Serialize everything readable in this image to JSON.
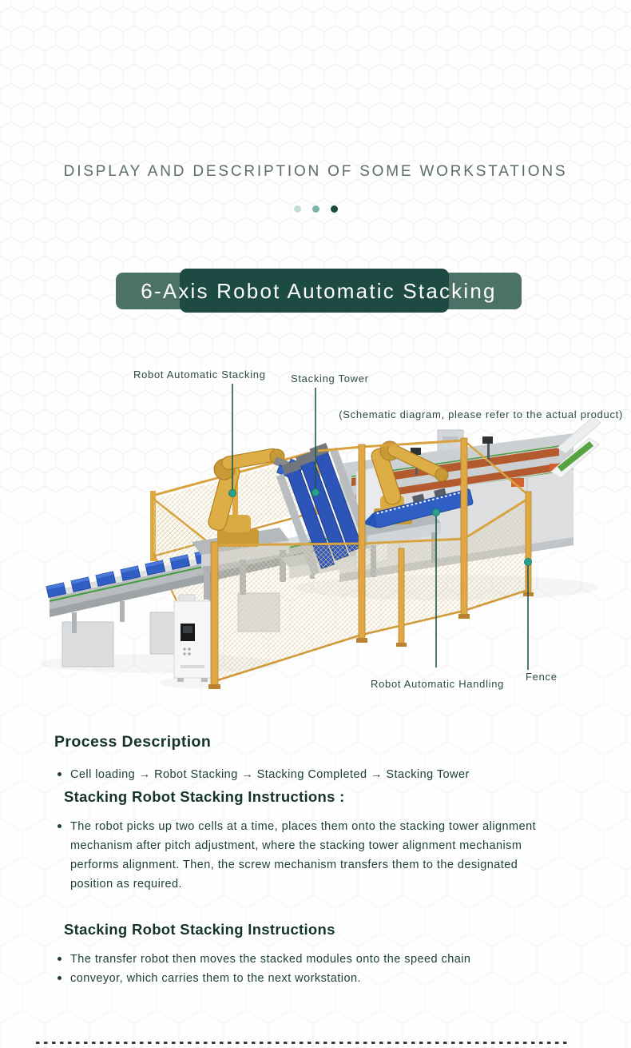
{
  "header": {
    "title": "DISPLAY AND DESCRIPTION OF SOME WORKSTATIONS"
  },
  "carousel": {
    "dots": [
      {
        "color": "#c3ded8",
        "active": false
      },
      {
        "color": "#7fb2a9",
        "active": false
      },
      {
        "color": "#1c4a41",
        "active": true
      }
    ]
  },
  "banner": {
    "title": "6-Axis Robot Automatic Stacking"
  },
  "diagram": {
    "labels": {
      "stacking": "Robot Automatic Stacking",
      "tower": "Stacking Tower",
      "note": "(Schematic diagram, please refer to the actual product)",
      "handling": "Robot Automatic Handling",
      "fence": "Fence"
    }
  },
  "process": {
    "heading": "Process Description",
    "flow": "Cell loading → Robot Stacking → Stacking Completed → Stacking Tower",
    "sections": [
      {
        "heading": "Stacking Robot Stacking Instructions :",
        "bullets": [
          "The robot picks up two cells at a time, places them onto the stacking tower alignment mechanism after pitch adjustment, where the stacking tower alignment mechanism performs alignment. Then, the screw mechanism transfers them to the designated position as required."
        ]
      },
      {
        "heading": "Stacking Robot Stacking Instructions",
        "bullets": [
          "The transfer robot then moves the stacked modules onto the speed chain",
          "conveyor, which carries them to the next workstation."
        ]
      }
    ]
  },
  "colors": {
    "accent_dark_green": "#1d4a42",
    "banner_light_green": "#4c7166",
    "fence_gold": "#d9a33f",
    "cell_blue": "#2f5ec4",
    "leader_line": "#1b5a4e",
    "leader_dot": "#2aa18b"
  }
}
